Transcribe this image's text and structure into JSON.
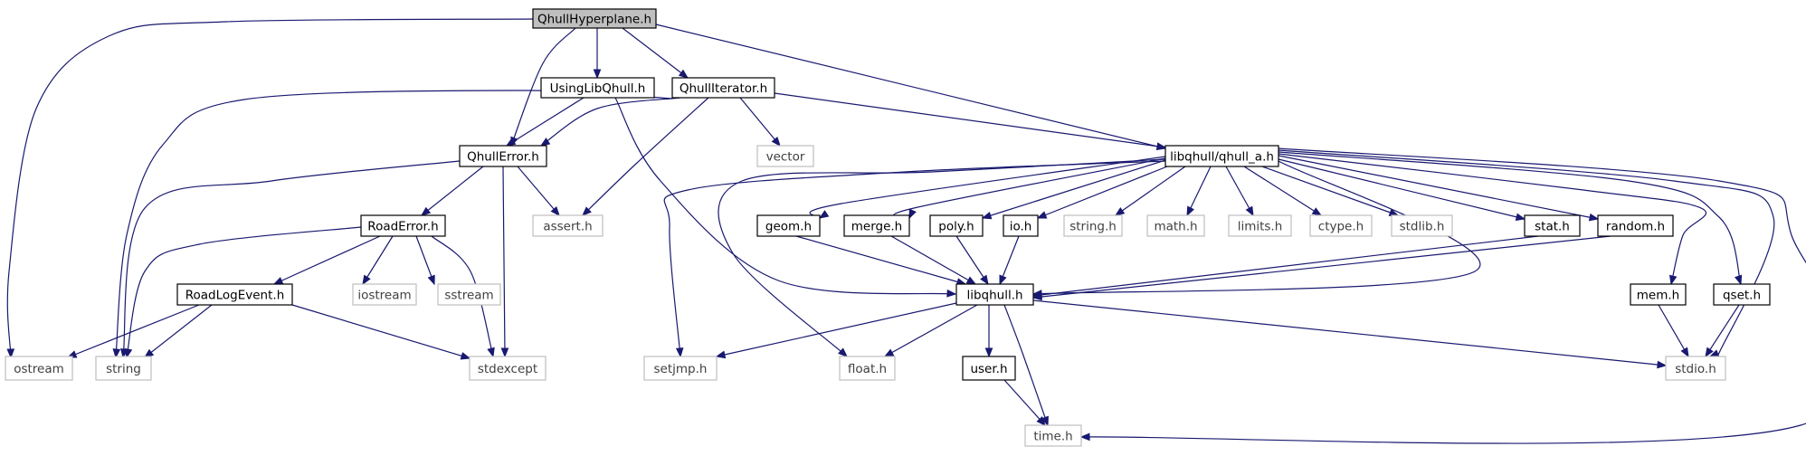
{
  "diagram": {
    "nodes": [
      {
        "id": "QhullHyperplane.h",
        "label": "QhullHyperplane.h",
        "style": "root"
      },
      {
        "id": "UsingLibQhull.h",
        "label": "UsingLibQhull.h",
        "style": "doc"
      },
      {
        "id": "QhullIterator.h",
        "label": "QhullIterator.h",
        "style": "doc"
      },
      {
        "id": "QhullError.h",
        "label": "QhullError.h",
        "style": "doc"
      },
      {
        "id": "libqhull/qhull_a.h",
        "label": "libqhull/qhull_a.h",
        "style": "doc"
      },
      {
        "id": "vector",
        "label": "vector",
        "style": "ext"
      },
      {
        "id": "assert.h",
        "label": "assert.h",
        "style": "ext"
      },
      {
        "id": "RoadError.h",
        "label": "RoadError.h",
        "style": "doc"
      },
      {
        "id": "geom.h",
        "label": "geom.h",
        "style": "doc"
      },
      {
        "id": "merge.h",
        "label": "merge.h",
        "style": "doc"
      },
      {
        "id": "poly.h",
        "label": "poly.h",
        "style": "doc"
      },
      {
        "id": "io.h",
        "label": "io.h",
        "style": "doc"
      },
      {
        "id": "string.h",
        "label": "string.h",
        "style": "ext"
      },
      {
        "id": "math.h",
        "label": "math.h",
        "style": "ext"
      },
      {
        "id": "limits.h",
        "label": "limits.h",
        "style": "ext"
      },
      {
        "id": "ctype.h",
        "label": "ctype.h",
        "style": "ext"
      },
      {
        "id": "stdlib.h",
        "label": "stdlib.h",
        "style": "ext"
      },
      {
        "id": "stat.h",
        "label": "stat.h",
        "style": "doc"
      },
      {
        "id": "random.h",
        "label": "random.h",
        "style": "doc"
      },
      {
        "id": "RoadLogEvent.h",
        "label": "RoadLogEvent.h",
        "style": "doc"
      },
      {
        "id": "iostream",
        "label": "iostream",
        "style": "ext"
      },
      {
        "id": "sstream",
        "label": "sstream",
        "style": "ext"
      },
      {
        "id": "libqhull.h",
        "label": "libqhull.h",
        "style": "doc"
      },
      {
        "id": "mem.h",
        "label": "mem.h",
        "style": "doc"
      },
      {
        "id": "qset.h",
        "label": "qset.h",
        "style": "doc"
      },
      {
        "id": "ostream",
        "label": "ostream",
        "style": "ext"
      },
      {
        "id": "string",
        "label": "string",
        "style": "ext"
      },
      {
        "id": "stdexcept",
        "label": "stdexcept",
        "style": "ext"
      },
      {
        "id": "setjmp.h",
        "label": "setjmp.h",
        "style": "ext"
      },
      {
        "id": "float.h",
        "label": "float.h",
        "style": "ext"
      },
      {
        "id": "stdio.h",
        "label": "stdio.h",
        "style": "ext"
      },
      {
        "id": "user.h",
        "label": "user.h",
        "style": "doc"
      },
      {
        "id": "time.h",
        "label": "time.h",
        "style": "ext"
      }
    ],
    "edges": [
      {
        "from": "QhullHyperplane.h",
        "to": "ostream"
      },
      {
        "from": "QhullHyperplane.h",
        "to": "QhullError.h"
      },
      {
        "from": "QhullHyperplane.h",
        "to": "UsingLibQhull.h"
      },
      {
        "from": "QhullHyperplane.h",
        "to": "QhullIterator.h"
      },
      {
        "from": "QhullHyperplane.h",
        "to": "libqhull/qhull_a.h"
      },
      {
        "from": "UsingLibQhull.h",
        "to": "QhullError.h"
      },
      {
        "from": "UsingLibQhull.h",
        "to": "libqhull.h"
      },
      {
        "from": "QhullIterator.h",
        "to": "QhullError.h"
      },
      {
        "from": "QhullIterator.h",
        "to": "string"
      },
      {
        "from": "QhullIterator.h",
        "to": "vector"
      },
      {
        "from": "QhullIterator.h",
        "to": "assert.h"
      },
      {
        "from": "QhullIterator.h",
        "to": "libqhull/qhull_a.h"
      },
      {
        "from": "QhullError.h",
        "to": "string"
      },
      {
        "from": "QhullError.h",
        "to": "RoadError.h"
      },
      {
        "from": "QhullError.h",
        "to": "assert.h"
      },
      {
        "from": "QhullError.h",
        "to": "stdexcept"
      },
      {
        "from": "RoadError.h",
        "to": "string"
      },
      {
        "from": "RoadError.h",
        "to": "RoadLogEvent.h"
      },
      {
        "from": "RoadError.h",
        "to": "iostream"
      },
      {
        "from": "RoadError.h",
        "to": "sstream"
      },
      {
        "from": "RoadError.h",
        "to": "stdexcept"
      },
      {
        "from": "RoadLogEvent.h",
        "to": "ostream"
      },
      {
        "from": "RoadLogEvent.h",
        "to": "string"
      },
      {
        "from": "RoadLogEvent.h",
        "to": "stdexcept"
      },
      {
        "from": "libqhull/qhull_a.h",
        "to": "setjmp.h"
      },
      {
        "from": "libqhull/qhull_a.h",
        "to": "float.h"
      },
      {
        "from": "libqhull/qhull_a.h",
        "to": "geom.h"
      },
      {
        "from": "libqhull/qhull_a.h",
        "to": "merge.h"
      },
      {
        "from": "libqhull/qhull_a.h",
        "to": "poly.h"
      },
      {
        "from": "libqhull/qhull_a.h",
        "to": "io.h"
      },
      {
        "from": "libqhull/qhull_a.h",
        "to": "string.h"
      },
      {
        "from": "libqhull/qhull_a.h",
        "to": "math.h"
      },
      {
        "from": "libqhull/qhull_a.h",
        "to": "limits.h"
      },
      {
        "from": "libqhull/qhull_a.h",
        "to": "ctype.h"
      },
      {
        "from": "libqhull/qhull_a.h",
        "to": "stdlib.h"
      },
      {
        "from": "libqhull/qhull_a.h",
        "to": "stat.h"
      },
      {
        "from": "libqhull/qhull_a.h",
        "to": "random.h"
      },
      {
        "from": "libqhull/qhull_a.h",
        "to": "libqhull.h"
      },
      {
        "from": "libqhull/qhull_a.h",
        "to": "mem.h"
      },
      {
        "from": "libqhull/qhull_a.h",
        "to": "qset.h"
      },
      {
        "from": "libqhull/qhull_a.h",
        "to": "stdio.h"
      },
      {
        "from": "libqhull/qhull_a.h",
        "to": "time.h"
      },
      {
        "from": "geom.h",
        "to": "libqhull.h"
      },
      {
        "from": "merge.h",
        "to": "libqhull.h"
      },
      {
        "from": "poly.h",
        "to": "libqhull.h"
      },
      {
        "from": "io.h",
        "to": "libqhull.h"
      },
      {
        "from": "stat.h",
        "to": "libqhull.h"
      },
      {
        "from": "random.h",
        "to": "libqhull.h"
      },
      {
        "from": "libqhull.h",
        "to": "setjmp.h"
      },
      {
        "from": "libqhull.h",
        "to": "float.h"
      },
      {
        "from": "libqhull.h",
        "to": "user.h"
      },
      {
        "from": "libqhull.h",
        "to": "time.h"
      },
      {
        "from": "libqhull.h",
        "to": "stdio.h"
      },
      {
        "from": "user.h",
        "to": "time.h"
      },
      {
        "from": "mem.h",
        "to": "stdio.h"
      },
      {
        "from": "qset.h",
        "to": "stdio.h"
      }
    ],
    "colors": {
      "edge": "#191970",
      "root_fill": "#bfbfbf",
      "node_border": "#000000",
      "ext_border": "#bfbfbf",
      "ext_text": "#3f3f3f",
      "text": "#000000"
    }
  }
}
